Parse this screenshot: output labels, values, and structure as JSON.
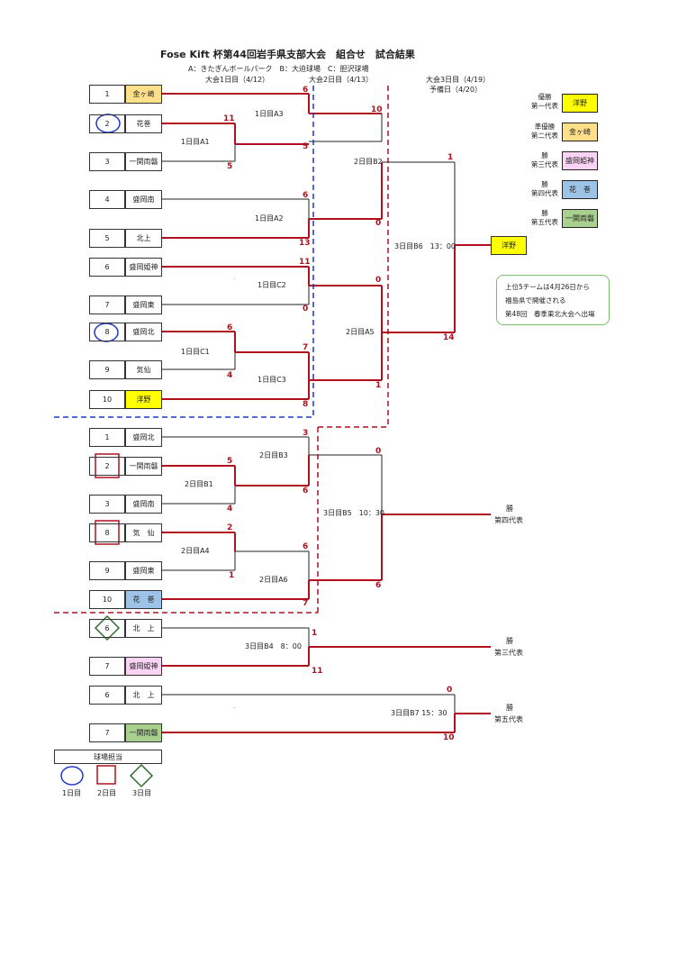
{
  "header": {
    "title": "Fose Kift 杯第44回岩手県支部大会　組合せ　試合結果",
    "venues": "A：きたぎんボールパーク　B：大迫球場　C：胆沢球場",
    "day1": "大会1日目（4/12）",
    "day2": "大会2日目（4/13）",
    "day3": "大会3日目（4/19）",
    "reserve": "予備日（4/20）"
  },
  "colors": {
    "line_red": "#b0101e",
    "dash_red": "#b0101e",
    "dash_blue": "#1f35c8",
    "yellow": "#ffff00",
    "orange": "#ffe08a",
    "pink": "#fbd3f5",
    "blue": "#9dc3e6",
    "green": "#a9d08e",
    "circle": "#1f35c8",
    "square": "#b0101e",
    "diamond": "#2e6b2a"
  },
  "block1": {
    "teams": [
      {
        "no": "1",
        "name": "金ヶ崎"
      },
      {
        "no": "2",
        "name": "花巻"
      },
      {
        "no": "3",
        "name": "一関両磐"
      },
      {
        "no": "4",
        "name": "盛岡南"
      },
      {
        "no": "5",
        "name": "北上"
      },
      {
        "no": "6",
        "name": "盛岡姫神"
      },
      {
        "no": "7",
        "name": "盛岡東"
      },
      {
        "no": "8",
        "name": "盛岡北"
      },
      {
        "no": "9",
        "name": "気仙"
      },
      {
        "no": "10",
        "name": "洋野"
      }
    ],
    "games": {
      "a1": "1日目A1",
      "a2": "1日目A2",
      "a3": "1日目A3",
      "c1": "1日目C1",
      "c2": "1日目C2",
      "c3": "1日目C3",
      "b2": "2日目B2",
      "a5": "2日目A5",
      "b6": "3日目B6　13：00"
    },
    "scores": {
      "a1_top": "11",
      "a1_bot": "5",
      "a3_top": "6",
      "a3_bot": "5",
      "a2_top": "6",
      "a2_bot": "13",
      "c2_top": "11",
      "c2_bot": "0",
      "c1_top": "6",
      "c1_bot": "4",
      "c3_top": "7",
      "c3_bot": "8",
      "b2_top": "10",
      "b2_bot": "0",
      "a5_top": "0",
      "a5_bot": "1",
      "b6_top": "1",
      "b6_bot": "14"
    },
    "winner": "洋野",
    "dot": "."
  },
  "block2": {
    "teams": [
      {
        "no": "1",
        "name": "盛岡北"
      },
      {
        "no": "2",
        "name": "一関両磐"
      },
      {
        "no": "3",
        "name": "盛岡南"
      },
      {
        "no": "8",
        "name": "気　仙"
      },
      {
        "no": "9",
        "name": "盛岡東"
      },
      {
        "no": "10",
        "name": "花　巻"
      }
    ],
    "games": {
      "b1": "2日目B1",
      "b3": "2日目B3",
      "a4": "2日目A4",
      "a6": "2日目A6",
      "b5": "3日目B5　10：30"
    },
    "scores": {
      "b1_top": "5",
      "b1_bot": "4",
      "b3_top": "3",
      "b3_bot": "6",
      "a4_top": "2",
      "a4_bot": "1",
      "a6_top": "6",
      "a6_bot": "7",
      "b5_top": "0",
      "b5_bot": "6"
    },
    "result_1": "勝",
    "result_2": "第四代表"
  },
  "block3": {
    "teams": [
      {
        "no": "6",
        "name": "北　上"
      },
      {
        "no": "7",
        "name": "盛岡姫神"
      }
    ],
    "game": "3日目B4　8：00",
    "score_top": "1",
    "score_bot": "11",
    "result_1": "勝",
    "result_2": "第三代表"
  },
  "block4": {
    "teams": [
      {
        "no": "6",
        "name": "北　上"
      },
      {
        "no": "7",
        "name": "一関両磐"
      }
    ],
    "game": "3日目B7 15：30",
    "score_top": "0",
    "score_bot": "10",
    "result_1": "勝",
    "result_2": "第五代表",
    "dot": "."
  },
  "legend": [
    {
      "cap1": "優勝",
      "cap2": "第一代表",
      "name": "洋野"
    },
    {
      "cap1": "準優勝",
      "cap2": "第二代表",
      "name": "金ヶ崎"
    },
    {
      "cap1": "勝",
      "cap2": "第三代表",
      "name": "盛岡姫神"
    },
    {
      "cap1": "勝",
      "cap2": "第四代表",
      "name": "花　巻"
    },
    {
      "cap1": "勝",
      "cap2": "第五代表",
      "name": "一関両磐"
    }
  ],
  "note": {
    "line1": "上位5チームは4月26日から",
    "line2": "福島県で開催される",
    "line3": "第48回　春季東北大会へ出場"
  },
  "field_key": {
    "title": "球場担当",
    "day1": "1日目",
    "day2": "2日目",
    "day3": "3日目"
  }
}
